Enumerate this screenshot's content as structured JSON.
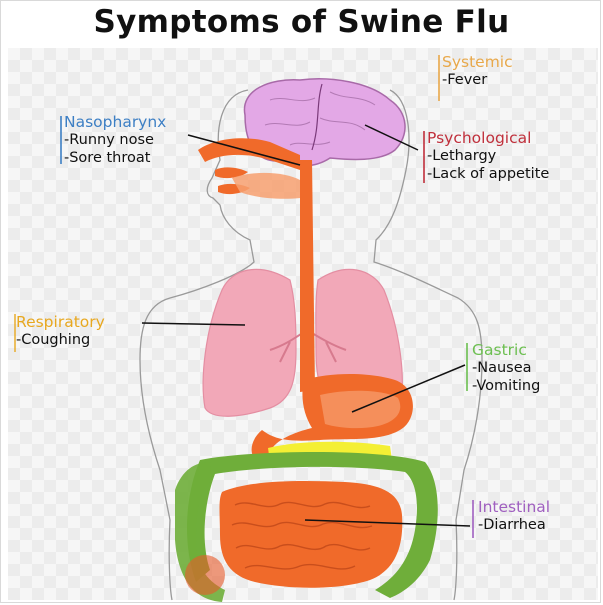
{
  "title": "Symptoms of Swine Flu",
  "colors": {
    "systemic": "#e8a84a",
    "nasopharynx": "#3d7fc4",
    "psychological": "#c0303c",
    "respiratory": "#e8a820",
    "gastric": "#6cbf50",
    "intestinal": "#a060c0",
    "digestive_tract": "#f06a2a",
    "brain": "#e3a8e6",
    "lungs": "#f2a8b8",
    "colon": "#6fae3a"
  },
  "groups": {
    "systemic": {
      "heading": "Systemic",
      "items": [
        "-Fever"
      ]
    },
    "nasopharynx": {
      "heading": "Nasopharynx",
      "items": [
        "-Runny nose",
        "-Sore throat"
      ]
    },
    "psychological": {
      "heading": "Psychological",
      "items": [
        "-Lethargy",
        "-Lack of appetite"
      ]
    },
    "respiratory": {
      "heading": "Respiratory",
      "items": [
        "-Coughing"
      ]
    },
    "gastric": {
      "heading": "Gastric",
      "items": [
        "-Nausea",
        "-Vomiting"
      ]
    },
    "intestinal": {
      "heading": "Intestinal",
      "items": [
        "-Diarrhea"
      ]
    }
  }
}
